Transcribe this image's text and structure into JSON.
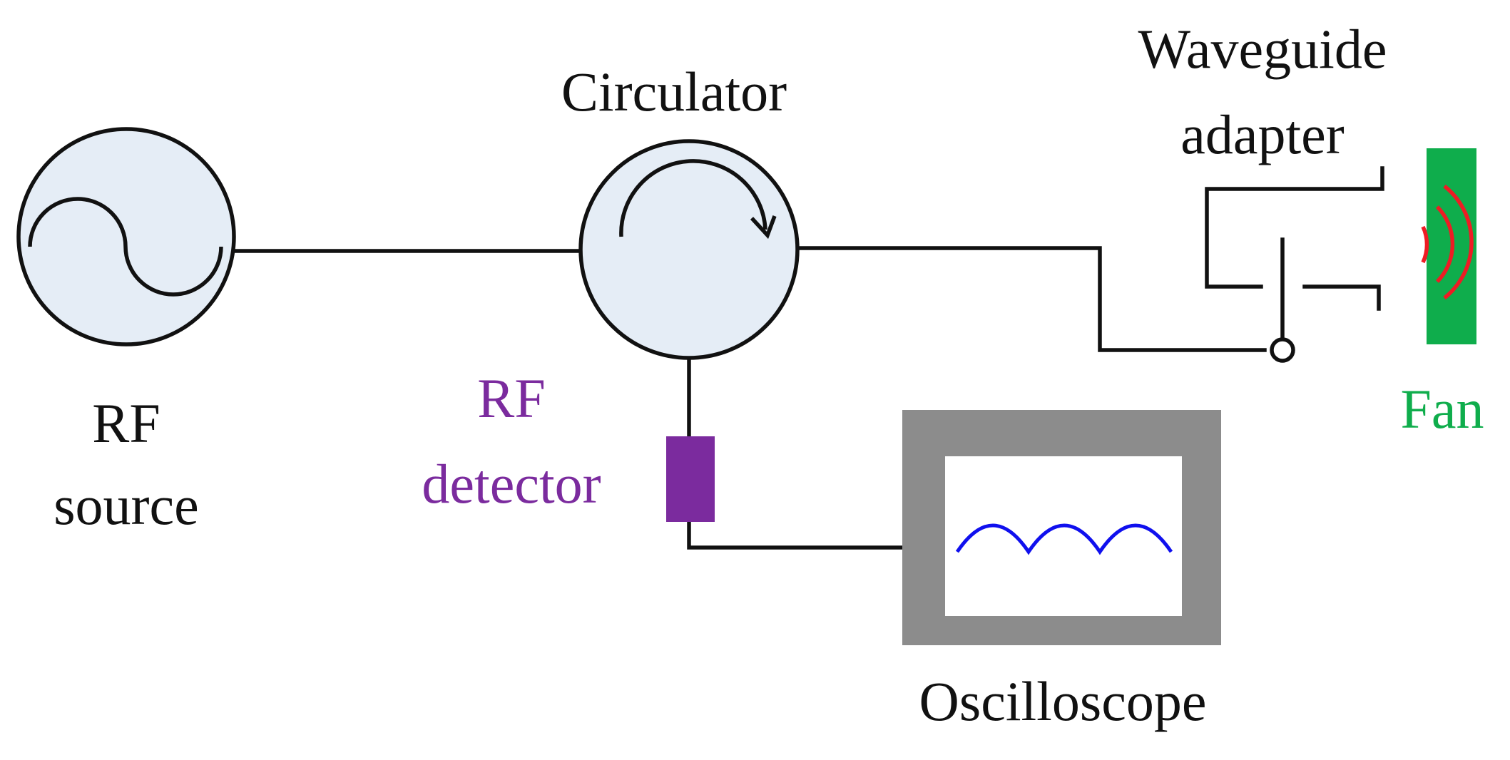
{
  "colors": {
    "component_fill": "#e5edf6",
    "stroke": "#111111",
    "detector": "#7b2b9e",
    "fan": "#0fad4c",
    "wave": "#ee1c24",
    "scope_frame": "#8c8c8c",
    "scope_trace": "#1010ee"
  },
  "labels": {
    "rf_source_line1": "RF",
    "rf_source_line2": "source",
    "circulator": "Circulator",
    "waveguide_line1": "Waveguide",
    "waveguide_line2": "adapter",
    "rf_detector_line1": "RF",
    "rf_detector_line2": "detector",
    "fan": "Fan",
    "oscilloscope": "Oscilloscope"
  },
  "icons": {
    "rf_source": "sine-wave-icon",
    "circulator": "circular-arrow-icon",
    "fan_signal": "radiating-waves-icon"
  }
}
